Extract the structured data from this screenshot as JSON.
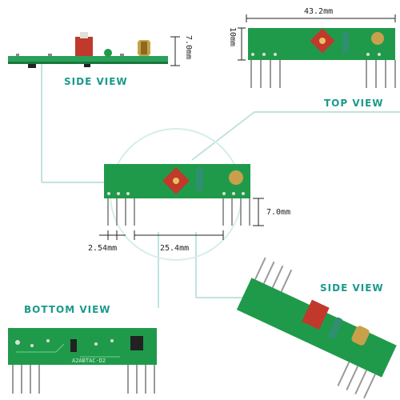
{
  "labels": {
    "side_view_1": "SIDE VIEW",
    "top_view": "TOP VIEW",
    "bottom_view": "BOTTOM VIEW",
    "side_view_2": "SIDE  VIEW"
  },
  "dimensions": {
    "side_height": "7.0mm",
    "top_width": "43.2mm",
    "top_height": "10mm",
    "center_height": "7.0mm",
    "pin_pitch": "2.54mm",
    "pin_span": "25.4mm"
  },
  "pcb_marking": "A2ABTAC-D2",
  "colors": {
    "pcb_green": "#1f9a4a",
    "label_teal": "#1a9a8a",
    "connector_line": "#bfe3df",
    "trimmer_red": "#c0392b"
  }
}
